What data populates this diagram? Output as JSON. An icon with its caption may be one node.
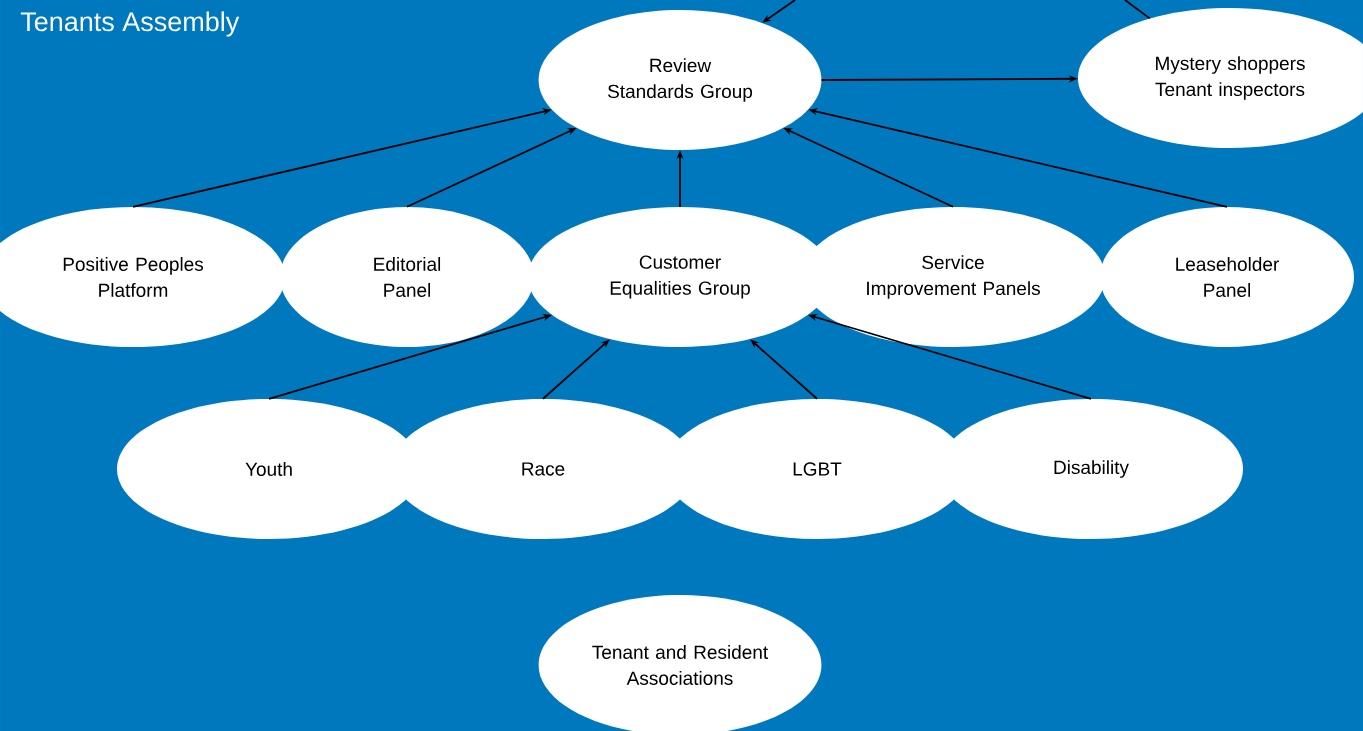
{
  "diagram": {
    "title": "Tenants Assembly",
    "nodes": [
      {
        "text": [
          "Review Standards Group"
        ]
      },
      {
        "text": [
          "Mystery shoppers",
          "Tenant inspectors"
        ]
      },
      {
        "text": [
          "Positive Peoples Platform"
        ]
      },
      {
        "text": [
          "Editorial Panel"
        ]
      },
      {
        "text": [
          "Customer Equalities Group"
        ]
      },
      {
        "text": [
          "Service Improvement Panels"
        ]
      },
      {
        "text": [
          "Leaseholder Panel"
        ]
      },
      {
        "text": [
          "Youth"
        ]
      },
      {
        "text": [
          "Race"
        ]
      },
      {
        "text": [
          "LGBT"
        ]
      },
      {
        "text": [
          "Disability"
        ]
      },
      {
        "text": [
          "Tenant and Resident Associations"
        ]
      }
    ],
    "edges": [
      {
        "from": null,
        "to": 0,
        "arrow": "to"
      },
      {
        "from": null,
        "to": 1,
        "arrow": "none"
      },
      {
        "from": 0,
        "to": 1,
        "arrow": "to"
      },
      {
        "from": 2,
        "to": 0,
        "arrow": "to"
      },
      {
        "from": 3,
        "to": 0,
        "arrow": "to"
      },
      {
        "from": 4,
        "to": 0,
        "arrow": "to"
      },
      {
        "from": 5,
        "to": 0,
        "arrow": "to"
      },
      {
        "from": 6,
        "to": 0,
        "arrow": "to"
      },
      {
        "from": 7,
        "to": 4,
        "arrow": "to"
      },
      {
        "from": 8,
        "to": 4,
        "arrow": "to"
      },
      {
        "from": 9,
        "to": 4,
        "arrow": "to"
      },
      {
        "from": 10,
        "to": 4,
        "arrow": "to"
      }
    ]
  }
}
